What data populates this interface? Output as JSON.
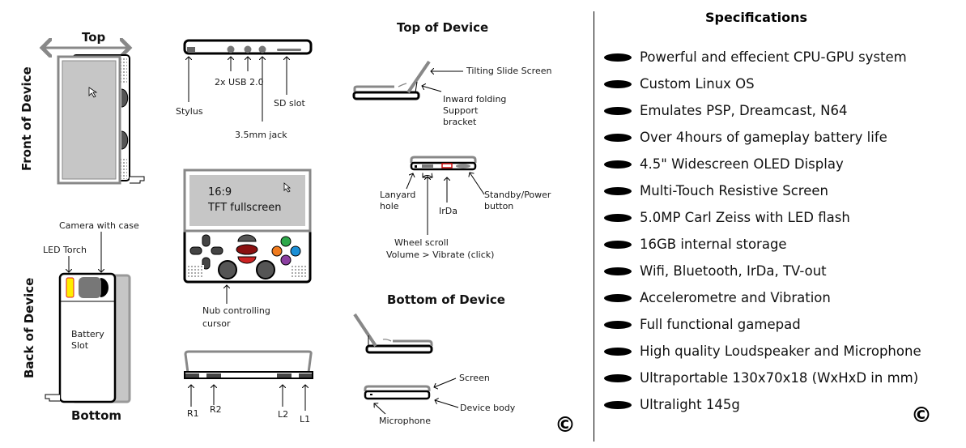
{
  "front_view": {
    "top_label": "Top",
    "side_label": "Front of Device"
  },
  "back_view": {
    "side_label": "Back of Device",
    "bottom_label": "Bottom",
    "battery_label_line1": "Battery",
    "battery_label_line2": "Slot",
    "led_torch_label": "LED Torch",
    "camera_label": "Camera with case",
    "colors": {
      "led": "#ffee00",
      "led_border": "#dd2222"
    }
  },
  "top_edge_view": {
    "stylus_label": "Stylus",
    "usb_label": "2x USB 2.0",
    "jack_label": "3.5mm jack",
    "sd_label": "SD slot"
  },
  "landscape_view": {
    "screen_line1": "16:9",
    "screen_line2": "TFT fullscreen",
    "nub_label_line1": "Nub controlling",
    "nub_label_line2": "cursor",
    "button_colors": {
      "top": "#2ea84a",
      "left": "#f07b1e",
      "right": "#1a8fd6",
      "bottom": "#8b3fa0",
      "center_dark": "#8a1010",
      "center_light": "#cc2222"
    }
  },
  "shoulder_view": {
    "r1": "R1",
    "r2": "R2",
    "l2": "L2",
    "l1": "L1"
  },
  "top_of_device": {
    "title": "Top of Device",
    "tilting_label": "Tilting Slide Screen",
    "bracket_line1": "Inward folding",
    "bracket_line2": "Support",
    "bracket_line3": "bracket",
    "lanyard_line1": "Lanyard",
    "lanyard_line2": "hole",
    "irda_label": "IrDa",
    "power_line1": "Standby/Power",
    "power_line2": "button",
    "wheel_line1": "Wheel scroll",
    "wheel_line2": "Volume > Vibrate (click)"
  },
  "bottom_of_device": {
    "title": "Bottom of Device",
    "screen_label": "Screen",
    "body_label": "Device body",
    "mic_label": "Microphone"
  },
  "specifications": {
    "title": "Specifications",
    "items": [
      "Powerful and effecient CPU-GPU system",
      "Custom Linux OS",
      "Emulates PSP, Dreamcast, N64",
      "Over 4hours of gameplay battery life",
      "4.5\" Widescreen OLED Display",
      "Multi-Touch Resistive Screen",
      "5.0MP Carl Zeiss with LED flash",
      "16GB internal storage",
      "Wifi, Bluetooth,  IrDa, TV-out",
      "Accelerometre  and Vibration",
      "Full functional gamepad",
      "High quality Loudspeaker and  Microphone",
      "Ultraportable 130x70x18 (WxHxD in mm)",
      "Ultralight 145g"
    ]
  },
  "copyright_symbol": "©"
}
